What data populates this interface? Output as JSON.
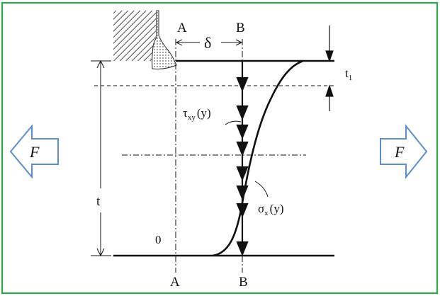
{
  "colors": {
    "frame": "#2ea84a",
    "arrow_outline": "#5b8fcf",
    "ink": "#111111"
  },
  "labels": {
    "section_a_top": "A",
    "section_a_bottom": "A",
    "section_b_top": "B",
    "section_b_bottom": "B",
    "delta": "δ",
    "t1_main": "t",
    "t1_sub": "1",
    "thickness": "t",
    "origin": "0",
    "force_left": "F",
    "force_right": "F",
    "shear_main": "τ",
    "shear_sub": "xy",
    "shear_arg": "(y)",
    "stress_main": "σ",
    "stress_sub": "x",
    "stress_arg": "(y)"
  },
  "icons": {
    "force_left": "left-arrow-icon",
    "force_right": "right-arrow-icon",
    "weld": "weld-bead-icon",
    "fixed_support": "hatched-support-icon"
  }
}
